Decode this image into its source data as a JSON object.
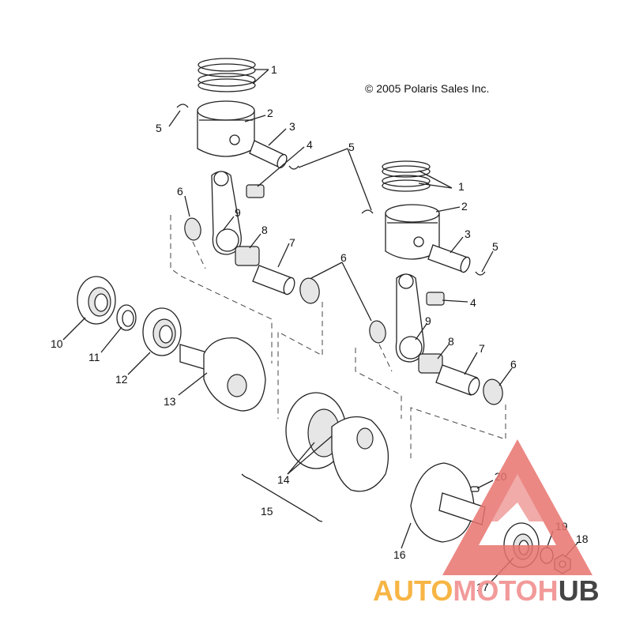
{
  "diagram": {
    "copyright": "© 2005 Polaris Sales Inc.",
    "callouts": [
      "1",
      "2",
      "3",
      "4",
      "5",
      "6",
      "7",
      "8",
      "9",
      "10",
      "11",
      "12",
      "13",
      "14",
      "15",
      "16",
      "17",
      "18",
      "19",
      "20"
    ]
  },
  "watermark": {
    "text": "AUTOMOTOHUB",
    "colors": {
      "auto": "#f7b545",
      "moto": "#f29a9a",
      "hub": "#444444",
      "triangle": "#e8746f"
    }
  }
}
